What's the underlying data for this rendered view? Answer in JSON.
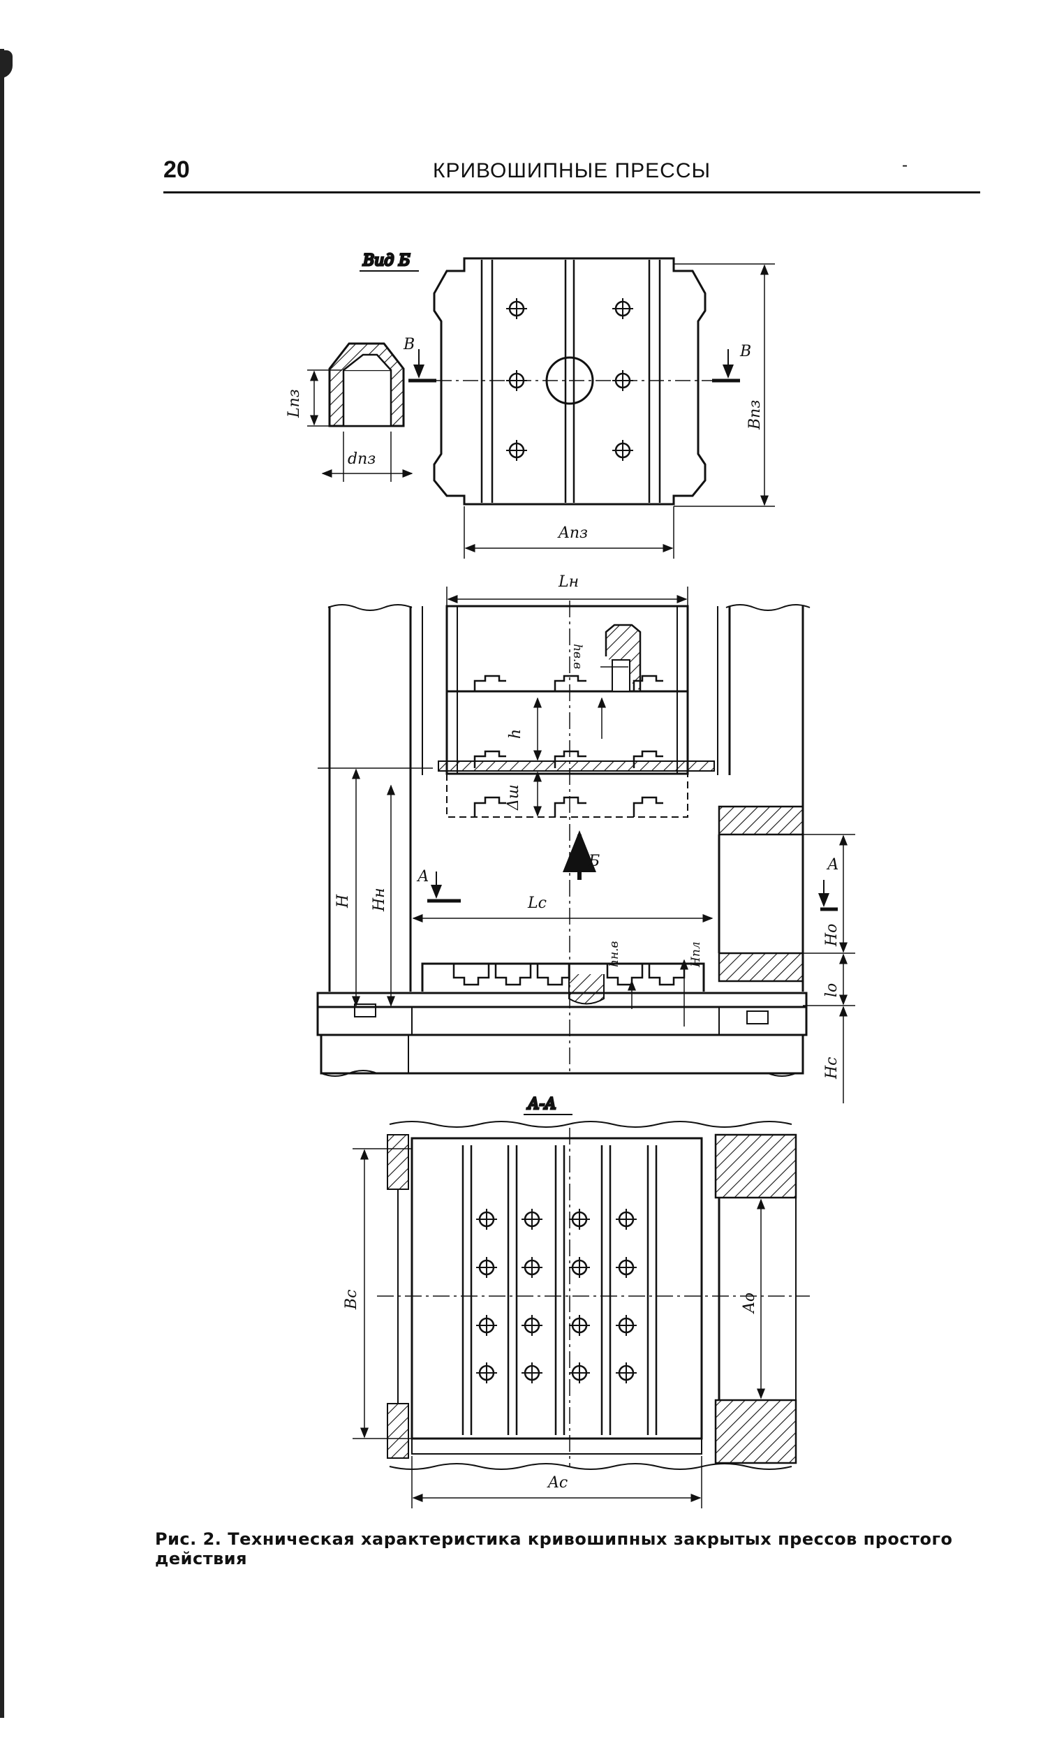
{
  "header": {
    "page_number": "20",
    "running_title": "КРИВОШИПНЫЕ ПРЕССЫ",
    "mark": "-"
  },
  "figure": {
    "view_b": {
      "title": "Вид Б",
      "labels": {
        "section_v_left": "В",
        "section_v_right": "В",
        "l_pz": "Lпз",
        "d_pz": "dпз",
        "a_pz": "Aпз",
        "b_pz": "Bпз"
      }
    },
    "front_view": {
      "labels": {
        "l_n": "Lн",
        "h_vv": "hв.в",
        "h": "h",
        "delta_sh": "Δш",
        "arrow_b": "Б",
        "section_a_left": "А",
        "section_a_right": "А",
        "l_c": "Lс",
        "h_nv": "hн.в",
        "h_pl": "Hпл",
        "h_total": "H",
        "h_n": "Hн",
        "h_o": "Hо",
        "l_o": "lо",
        "h_c": "Hс"
      }
    },
    "section_aa": {
      "title": "А-А",
      "labels": {
        "b_c": "Bс",
        "a_o": "Aо",
        "a_c": "Aс"
      }
    }
  },
  "caption": {
    "text": "Рис. 2. Техническая характеристика кривошипных закрытых прессов простого действия"
  }
}
